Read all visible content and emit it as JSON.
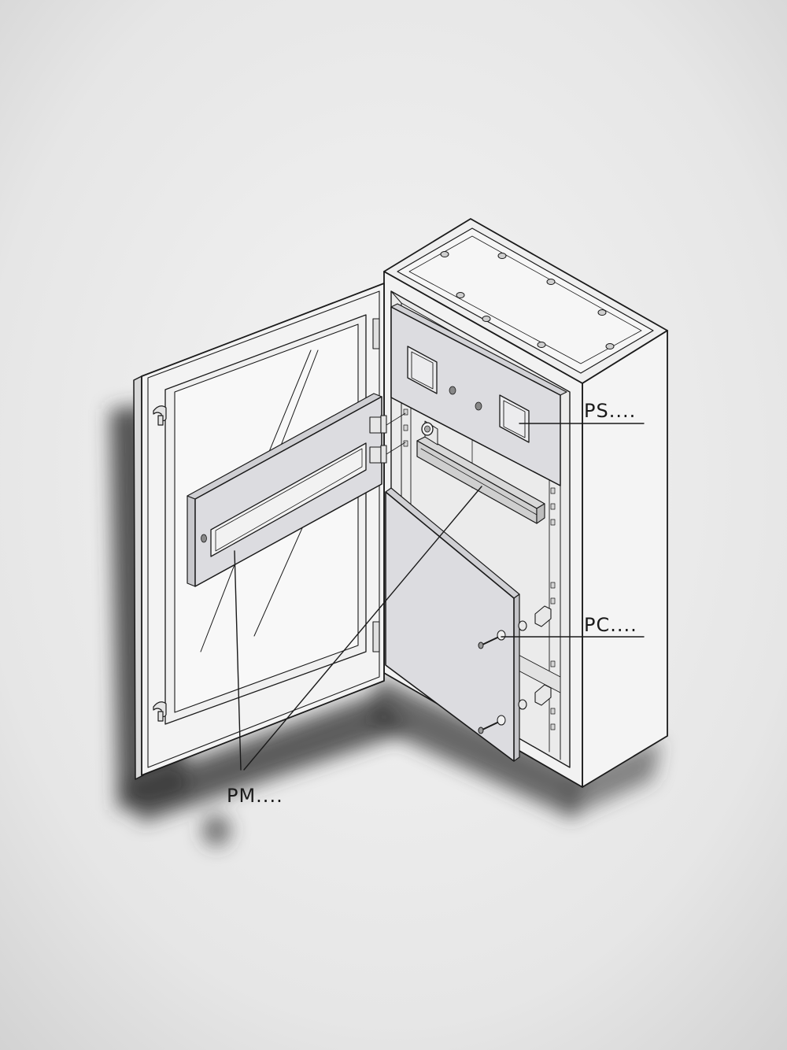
{
  "diagram": {
    "labels": {
      "ps": "PS....",
      "pc": "PC....",
      "pm": "PM...."
    }
  },
  "colors": {
    "background": "#e4e4e4",
    "panel_fill": "#dcdce0",
    "line": "#1a1a1a"
  }
}
